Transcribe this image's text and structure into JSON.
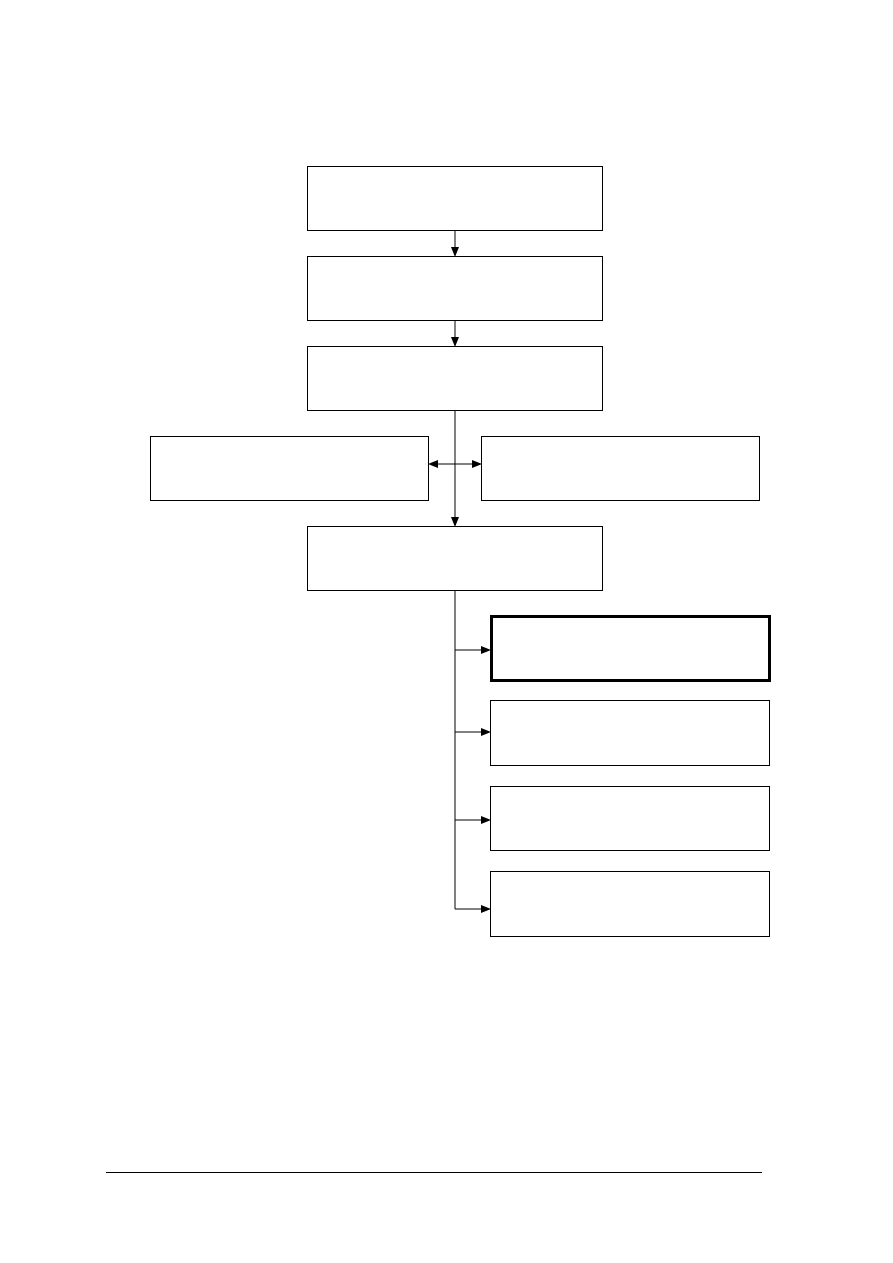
{
  "diagram": {
    "nodes": [
      {
        "id": "n1",
        "label": "",
        "emphasis": "normal"
      },
      {
        "id": "n2",
        "label": "",
        "emphasis": "normal"
      },
      {
        "id": "n3",
        "label": "",
        "emphasis": "normal"
      },
      {
        "id": "n4",
        "label": "",
        "emphasis": "normal"
      },
      {
        "id": "n5",
        "label": "",
        "emphasis": "normal"
      },
      {
        "id": "n6",
        "label": "",
        "emphasis": "normal"
      },
      {
        "id": "n7",
        "label": "",
        "emphasis": "bold"
      },
      {
        "id": "n8",
        "label": "",
        "emphasis": "normal"
      },
      {
        "id": "n9",
        "label": "",
        "emphasis": "normal"
      },
      {
        "id": "n10",
        "label": "",
        "emphasis": "normal"
      }
    ],
    "edges": [
      {
        "from": "n1",
        "to": "n2",
        "direction": "forward"
      },
      {
        "from": "n2",
        "to": "n3",
        "direction": "forward"
      },
      {
        "from": "n3",
        "to": "n6",
        "direction": "forward"
      },
      {
        "from": "n3",
        "to": "n4",
        "direction": "forward"
      },
      {
        "from": "n3",
        "to": "n5",
        "direction": "forward"
      },
      {
        "from": "n6",
        "to": "n7",
        "direction": "forward"
      },
      {
        "from": "n6",
        "to": "n8",
        "direction": "forward"
      },
      {
        "from": "n6",
        "to": "n9",
        "direction": "forward"
      },
      {
        "from": "n6",
        "to": "n10",
        "direction": "forward"
      }
    ],
    "line_color": "#000000",
    "fill_color": "#ffffff"
  }
}
